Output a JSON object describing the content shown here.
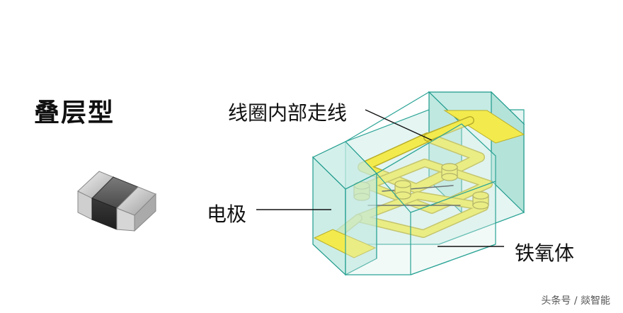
{
  "title": "叠层型",
  "labels": {
    "coil_wiring": "线圈内部走线",
    "electrode": "电极",
    "ferrite": "铁氧体"
  },
  "watermark": "头条号 / 燚智能",
  "colors": {
    "ferrite_fill": "#c5ebe4",
    "ferrite_edge": "#1e9a8c",
    "coil": "#f3eb4e",
    "coil_edge": "#b9ae2a",
    "leader_line": "#111111"
  }
}
